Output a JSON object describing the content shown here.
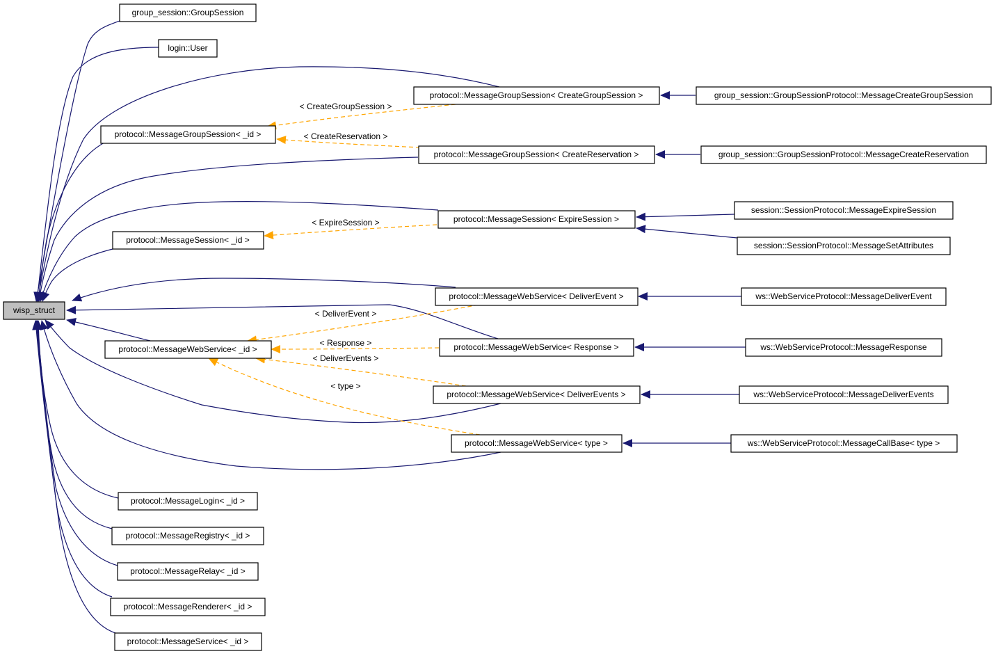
{
  "colors": {
    "inheritance_edge": "#191970",
    "template_edge": "#ffa500",
    "root_fill": "#bfbfbf",
    "node_fill": "#ffffff"
  },
  "nodes": {
    "wisp_struct": "wisp_struct",
    "group_session_group_session": "group_session::GroupSession",
    "login_user": "login::User",
    "message_group_session_create_group_session": "protocol::MessageGroupSession< CreateGroupSession >",
    "gsp_message_create_group_session": "group_session::GroupSessionProtocol::MessageCreateGroupSession",
    "message_group_session_id": "protocol::MessageGroupSession< _id >",
    "message_group_session_create_reservation": "protocol::MessageGroupSession< CreateReservation >",
    "gsp_message_create_reservation": "group_session::GroupSessionProtocol::MessageCreateReservation",
    "message_session_expire_session": "protocol::MessageSession< ExpireSession >",
    "sp_message_expire_session": "session::SessionProtocol::MessageExpireSession",
    "message_session_id": "protocol::MessageSession< _id >",
    "sp_message_set_attributes": "session::SessionProtocol::MessageSetAttributes",
    "message_web_service_deliver_event": "protocol::MessageWebService< DeliverEvent >",
    "wsp_message_deliver_event": "ws::WebServiceProtocol::MessageDeliverEvent",
    "message_web_service_id": "protocol::MessageWebService< _id >",
    "message_web_service_response": "protocol::MessageWebService< Response >",
    "wsp_message_response": "ws::WebServiceProtocol::MessageResponse",
    "message_web_service_deliver_events": "protocol::MessageWebService< DeliverEvents >",
    "wsp_message_deliver_events": "ws::WebServiceProtocol::MessageDeliverEvents",
    "message_web_service_type": "protocol::MessageWebService< type >",
    "wsp_message_call_base_type": "ws::WebServiceProtocol::MessageCallBase< type >",
    "message_login_id": "protocol::MessageLogin< _id >",
    "message_registry_id": "protocol::MessageRegistry< _id >",
    "message_relay_id": "protocol::MessageRelay< _id >",
    "message_renderer_id": "protocol::MessageRenderer< _id >",
    "message_service_id": "protocol::MessageService< _id >"
  },
  "edge_labels": {
    "create_group_session": "< CreateGroupSession >",
    "create_reservation": "< CreateReservation >",
    "expire_session": "< ExpireSession >",
    "deliver_event": "< DeliverEvent >",
    "response": "< Response >",
    "deliver_events": "< DeliverEvents >",
    "type": "< type >"
  }
}
